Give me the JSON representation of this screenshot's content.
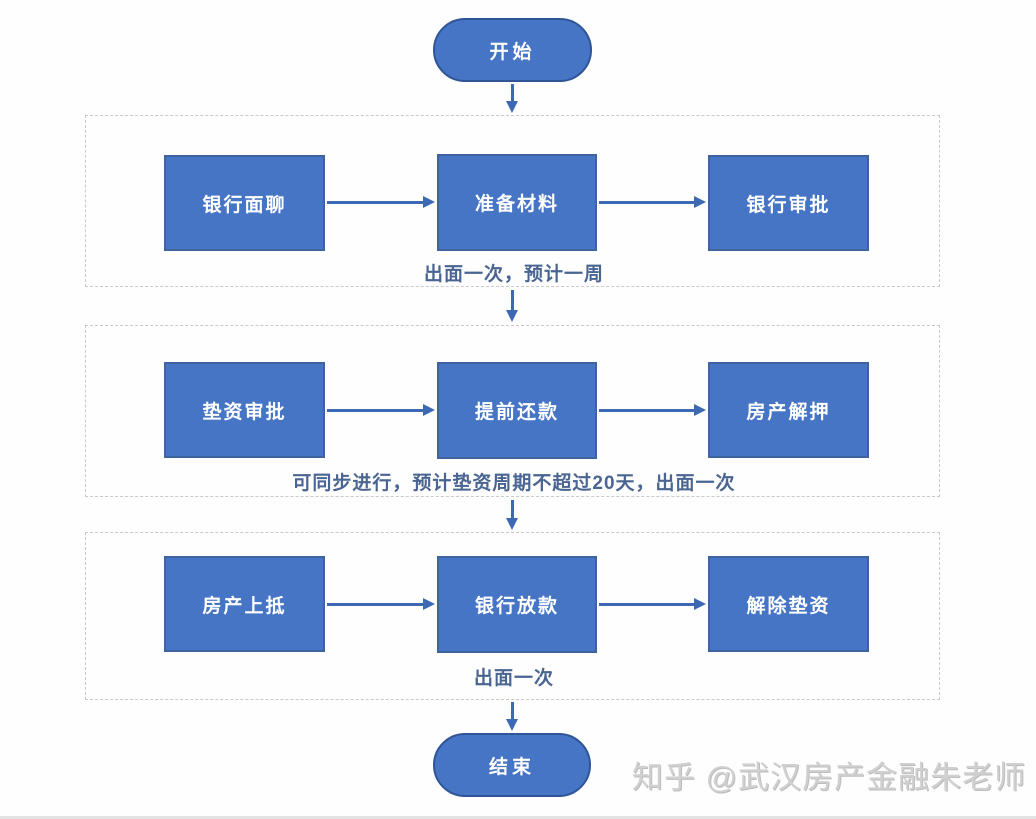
{
  "diagram": {
    "title_semantic": "mortgage-bridge-loan-process-flowchart",
    "start": "开始",
    "end": "结束",
    "groups": [
      {
        "boxes": [
          "银行面聊",
          "准备材料",
          "银行审批"
        ],
        "caption": "出面一次，预计一周"
      },
      {
        "boxes": [
          "垫资审批",
          "提前还款",
          "房产解押"
        ],
        "caption": "可同步进行，预计垫资周期不超过20天，出面一次"
      },
      {
        "boxes": [
          "房产上抵",
          "银行放款",
          "解除垫资"
        ],
        "caption": "出面一次"
      }
    ]
  },
  "watermark": "知乎 @武汉房产金融朱老师",
  "colors": {
    "node_fill": "#4775C5",
    "node_border": "#3E639F",
    "pill_border": "#2F5597",
    "arrow": "#3D68B3",
    "caption_text": "#4A6591",
    "group_border": "#C9C9C9",
    "watermark_text": "#D0D0D0"
  }
}
